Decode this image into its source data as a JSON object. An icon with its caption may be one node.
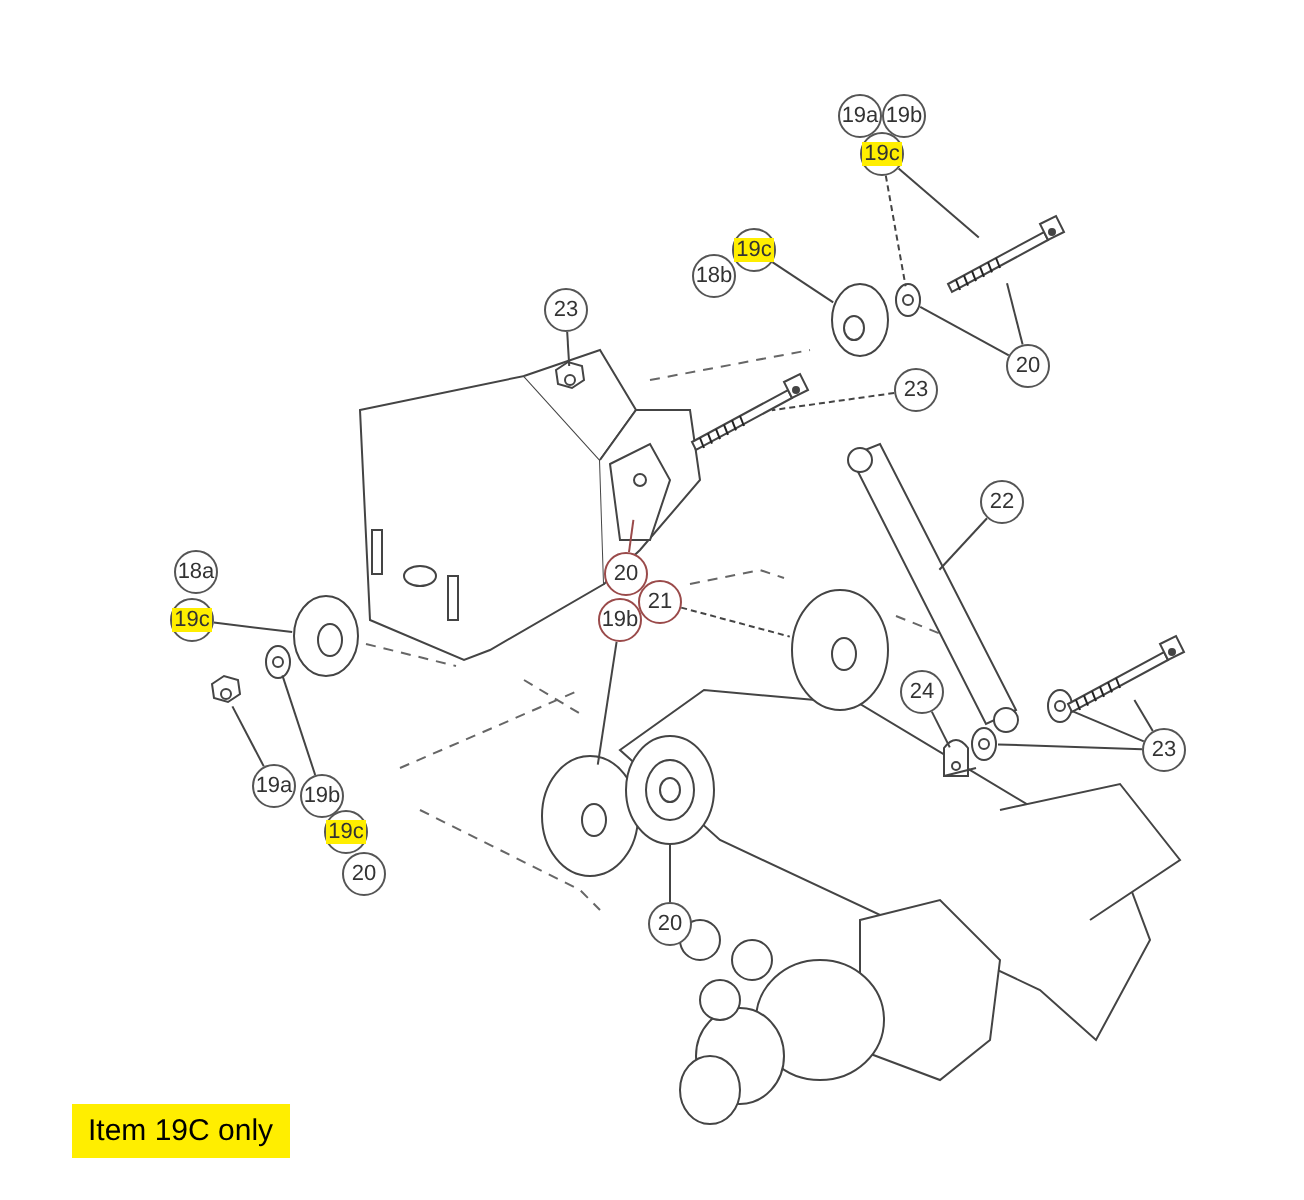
{
  "diagram": {
    "nodes": [
      {
        "text": [
          "19a"
        ]
      },
      {
        "text": [
          "19b"
        ]
      },
      {
        "text": [
          "19c"
        ]
      },
      {
        "text": [
          "19c"
        ]
      },
      {
        "text": [
          "18b"
        ]
      },
      {
        "text": [
          "23"
        ]
      },
      {
        "text": [
          "23"
        ]
      },
      {
        "text": [
          "20"
        ]
      },
      {
        "text": [
          "22"
        ]
      },
      {
        "text": [
          "20"
        ]
      },
      {
        "text": [
          "21"
        ]
      },
      {
        "text": [
          "19b"
        ]
      },
      {
        "text": [
          "18a"
        ]
      },
      {
        "text": [
          "19c"
        ]
      },
      {
        "text": [
          "24"
        ]
      },
      {
        "text": [
          "23"
        ]
      },
      {
        "text": [
          "19a"
        ]
      },
      {
        "text": [
          "19b"
        ]
      },
      {
        "text": [
          "19c"
        ]
      },
      {
        "text": [
          "20"
        ]
      },
      {
        "text": [
          "20"
        ]
      },
      {
        "text": [],
        "shape": "picture"
      },
      {
        "text": [],
        "shape": "picture"
      },
      {
        "text": [],
        "shape": "picture"
      },
      {
        "text": [],
        "shape": "picture"
      },
      {
        "text": [],
        "shape": "picture"
      },
      {
        "text": [],
        "shape": "picture"
      },
      {
        "text": [],
        "shape": "picture"
      },
      {
        "text": [],
        "shape": "picture"
      },
      {
        "text": [],
        "shape": "picture"
      },
      {
        "text": [],
        "shape": "picture"
      },
      {
        "text": [],
        "shape": "picture"
      },
      {
        "text": [],
        "shape": "picture"
      },
      {
        "text": [],
        "shape": "picture"
      },
      {
        "text": [],
        "shape": "picture"
      },
      {
        "text": [],
        "shape": "picture"
      },
      {
        "text": [],
        "shape": "picture"
      },
      {
        "text": [],
        "shape": "picture"
      }
    ],
    "edges": [
      {
        "from": 2,
        "to": 21,
        "arrow": "none",
        "style": "dashed"
      },
      {
        "from": 2,
        "to": 22,
        "arrow": "none"
      },
      {
        "from": 7,
        "to": 21,
        "arrow": "none"
      },
      {
        "from": 7,
        "to": 22,
        "arrow": "none"
      },
      {
        "from": 3,
        "to": 23,
        "arrow": "none"
      },
      {
        "from": 5,
        "to": 24,
        "arrow": "none"
      },
      {
        "from": 6,
        "to": 25,
        "arrow": "none",
        "style": "dashed"
      },
      {
        "from": 8,
        "to": 26,
        "arrow": "none"
      },
      {
        "from": 9,
        "to": 27,
        "arrow": "none",
        "color": "#9a4a4a"
      },
      {
        "from": 10,
        "to": 28,
        "arrow": "none",
        "style": "dashed"
      },
      {
        "from": 11,
        "to": 29,
        "arrow": "none"
      },
      {
        "from": 13,
        "to": 30,
        "arrow": "none"
      },
      {
        "from": 14,
        "to": 31,
        "arrow": "none"
      },
      {
        "from": 15,
        "to": 32,
        "arrow": "none"
      },
      {
        "from": 15,
        "to": 33,
        "arrow": "none"
      },
      {
        "from": 15,
        "to": 34,
        "arrow": "none"
      },
      {
        "from": 16,
        "to": 35,
        "arrow": "none"
      },
      {
        "from": 17,
        "to": 36,
        "arrow": "none"
      },
      {
        "from": 20,
        "to": 37,
        "arrow": "none"
      }
    ],
    "legend": [
      {
        "text": "Item 19C only",
        "color": "#ffee00"
      }
    ]
  }
}
